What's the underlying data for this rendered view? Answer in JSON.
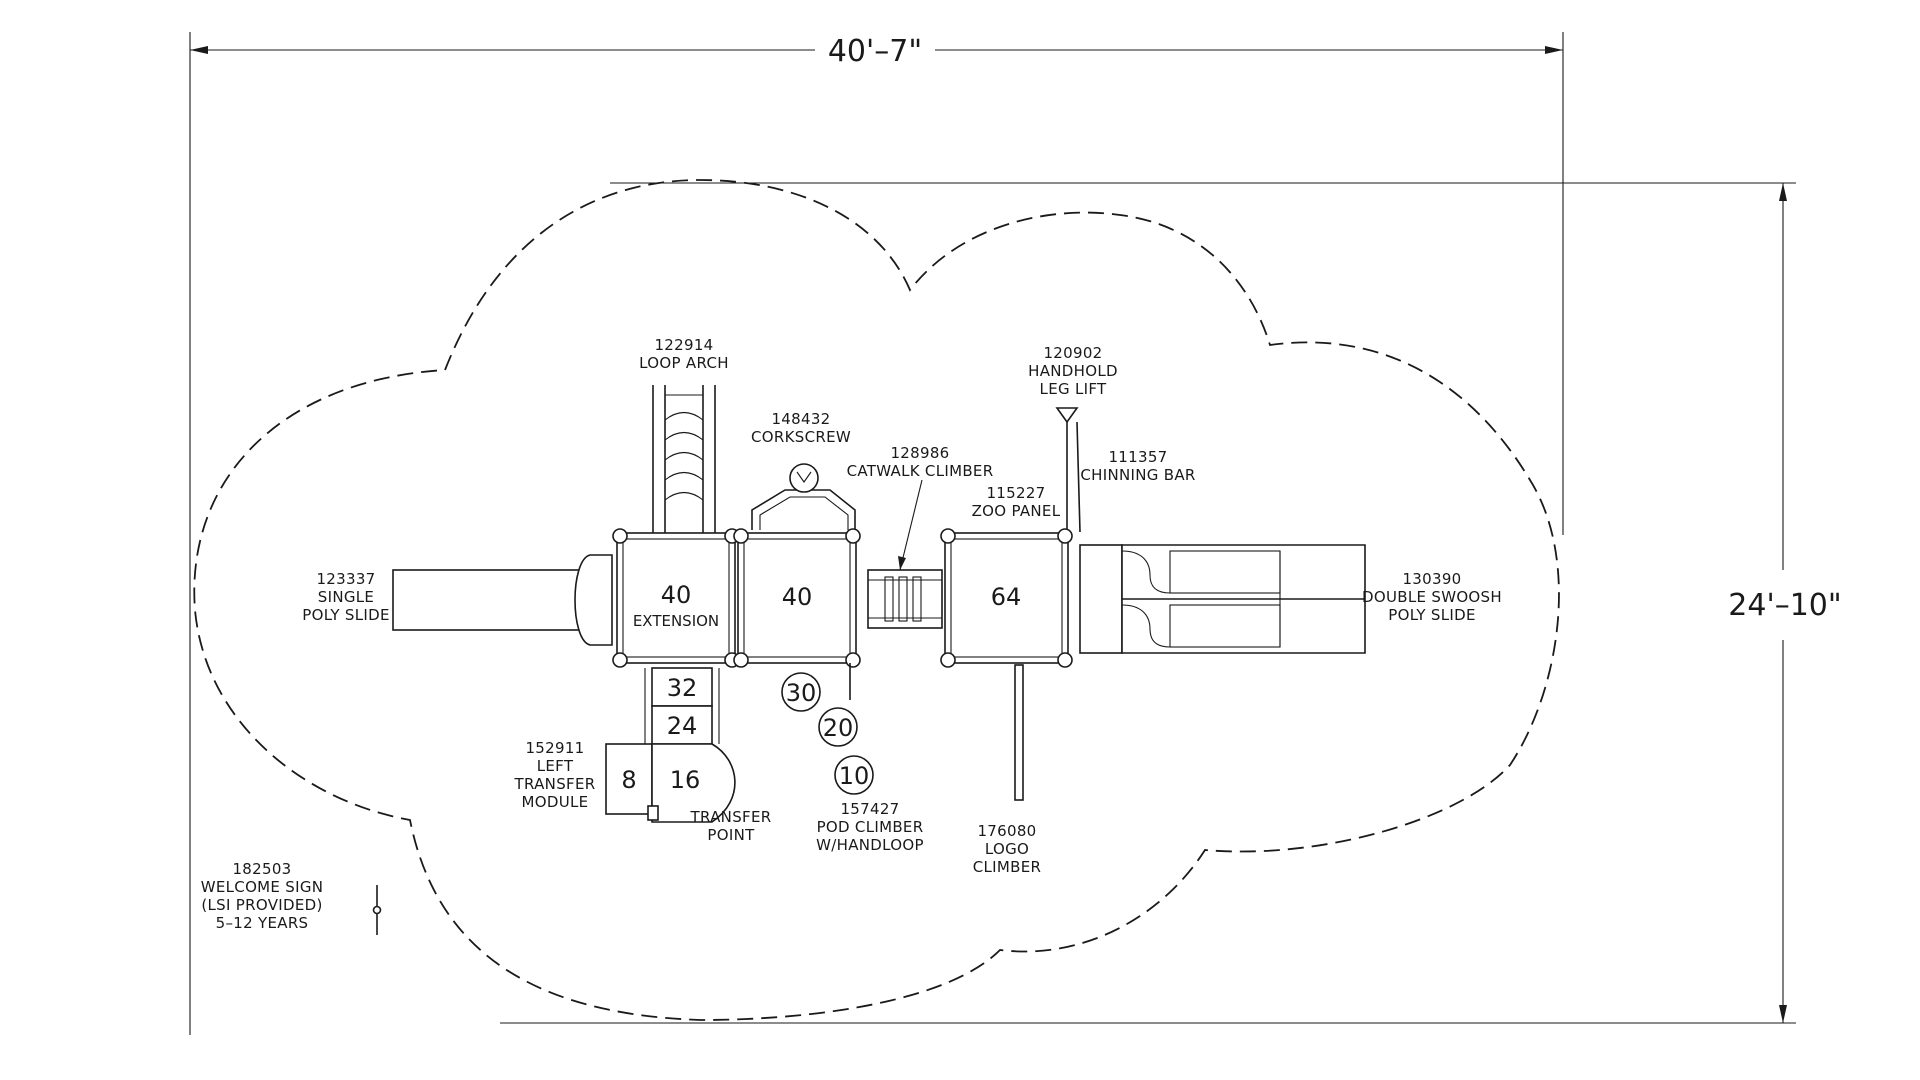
{
  "dimensions": {
    "width": "40'–7\"",
    "depth": "24'–10\""
  },
  "decks": {
    "deck1_height": "40",
    "deck1_label": "EXTENSION",
    "deck2_height": "40",
    "deck3_height": "64",
    "step_32": "32",
    "step_24": "24",
    "step_16": "16",
    "step_8": "8"
  },
  "pods": [
    "30",
    "20",
    "10"
  ],
  "components": {
    "loop_arch": [
      "122914",
      "LOOP ARCH"
    ],
    "corkscrew": [
      "148432",
      "CORKSCREW"
    ],
    "catwalk_climber": [
      "128986",
      "CATWALK CLIMBER"
    ],
    "zoo_panel": [
      "115227",
      "ZOO PANEL"
    ],
    "handhold_leg_lift": [
      "120902",
      "HANDHOLD",
      "LEG LIFT"
    ],
    "chinning_bar": [
      "111357",
      "CHINNING BAR"
    ],
    "single_poly_slide": [
      "123337",
      "SINGLE",
      "POLY SLIDE"
    ],
    "double_swoosh": [
      "130390",
      "DOUBLE SWOOSH",
      "POLY SLIDE"
    ],
    "left_transfer": [
      "152911",
      "LEFT",
      "TRANSFER",
      "MODULE"
    ],
    "transfer_point": [
      "TRANSFER",
      "POINT"
    ],
    "pod_climber": [
      "157427",
      "POD CLIMBER",
      "W/HANDLOOP"
    ],
    "logo_climber": [
      "176080",
      "LOGO",
      "CLIMBER"
    ],
    "welcome_sign": [
      "182503",
      "WELCOME SIGN",
      "(LSI PROVIDED)",
      "5–12 YEARS"
    ]
  }
}
